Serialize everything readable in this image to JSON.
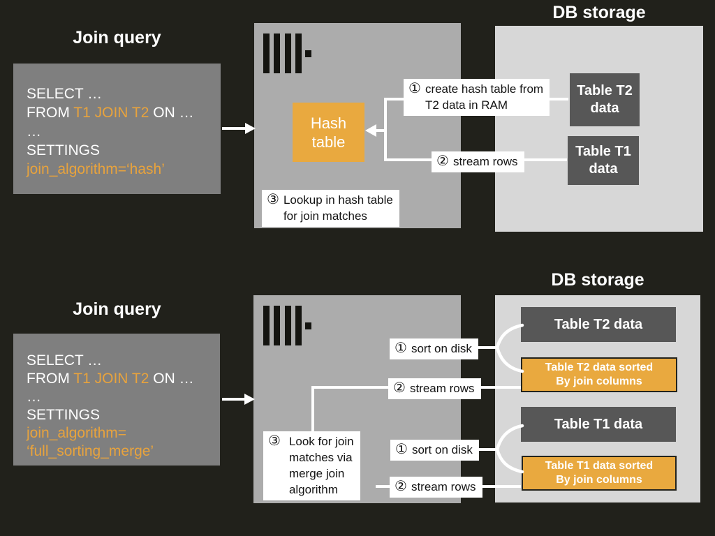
{
  "colors": {
    "background": "#21211b",
    "query_box": "#7f7f7f",
    "server_box": "#acacac",
    "db_box": "#d7d7d7",
    "table_box_dark": "#575757",
    "accent_orange": "#e9a93f",
    "sql_highlight": "#e8a33d",
    "label_bg": "#ffffff"
  },
  "hash_join": {
    "query_title": "Join query",
    "sql": {
      "line1": "SELECT …",
      "from_prefix": "FROM ",
      "from_highlight": "T1 JOIN T2",
      "from_suffix": " ON …",
      "line3": "…",
      "line4": "SETTINGS",
      "line5": "join_algorithm=‘hash’"
    },
    "hash_table_label": "Hash\ntable",
    "steps": {
      "create": {
        "num": "①",
        "text": "create hash table from\nT2 data in RAM"
      },
      "stream": {
        "num": "②",
        "text": "stream rows"
      },
      "lookup": {
        "num": "③",
        "text": "Lookup in hash table\nfor join matches"
      }
    },
    "db": {
      "title": "DB storage",
      "table_t2": "Table T2\ndata",
      "table_t1": "Table T1\ndata"
    }
  },
  "merge_join": {
    "query_title": "Join query",
    "sql": {
      "line1": "SELECT …",
      "from_prefix": "FROM ",
      "from_highlight": "T1 JOIN T2",
      "from_suffix": " ON …",
      "line3": "…",
      "line4": "SETTINGS",
      "line5": "join_algorithm=",
      "line6": "‘full_sorting_merge’"
    },
    "steps": {
      "sort_t2": {
        "num": "①",
        "text": "sort on disk"
      },
      "stream_t2": {
        "num": "②",
        "text": "stream rows"
      },
      "lookup": {
        "num": "③",
        "text": "Look for join\nmatches via\nmerge join\nalgorithm"
      },
      "sort_t1": {
        "num": "①",
        "text": "sort on disk"
      },
      "stream_t1": {
        "num": "②",
        "text": "stream rows"
      }
    },
    "db": {
      "title": "DB storage",
      "table_t2": "Table T2 data",
      "table_t2_sorted": "Table T2 data sorted\nBy join columns",
      "table_t1": "Table T1 data",
      "table_t1_sorted": "Table T1 data sorted\nBy join columns"
    }
  }
}
